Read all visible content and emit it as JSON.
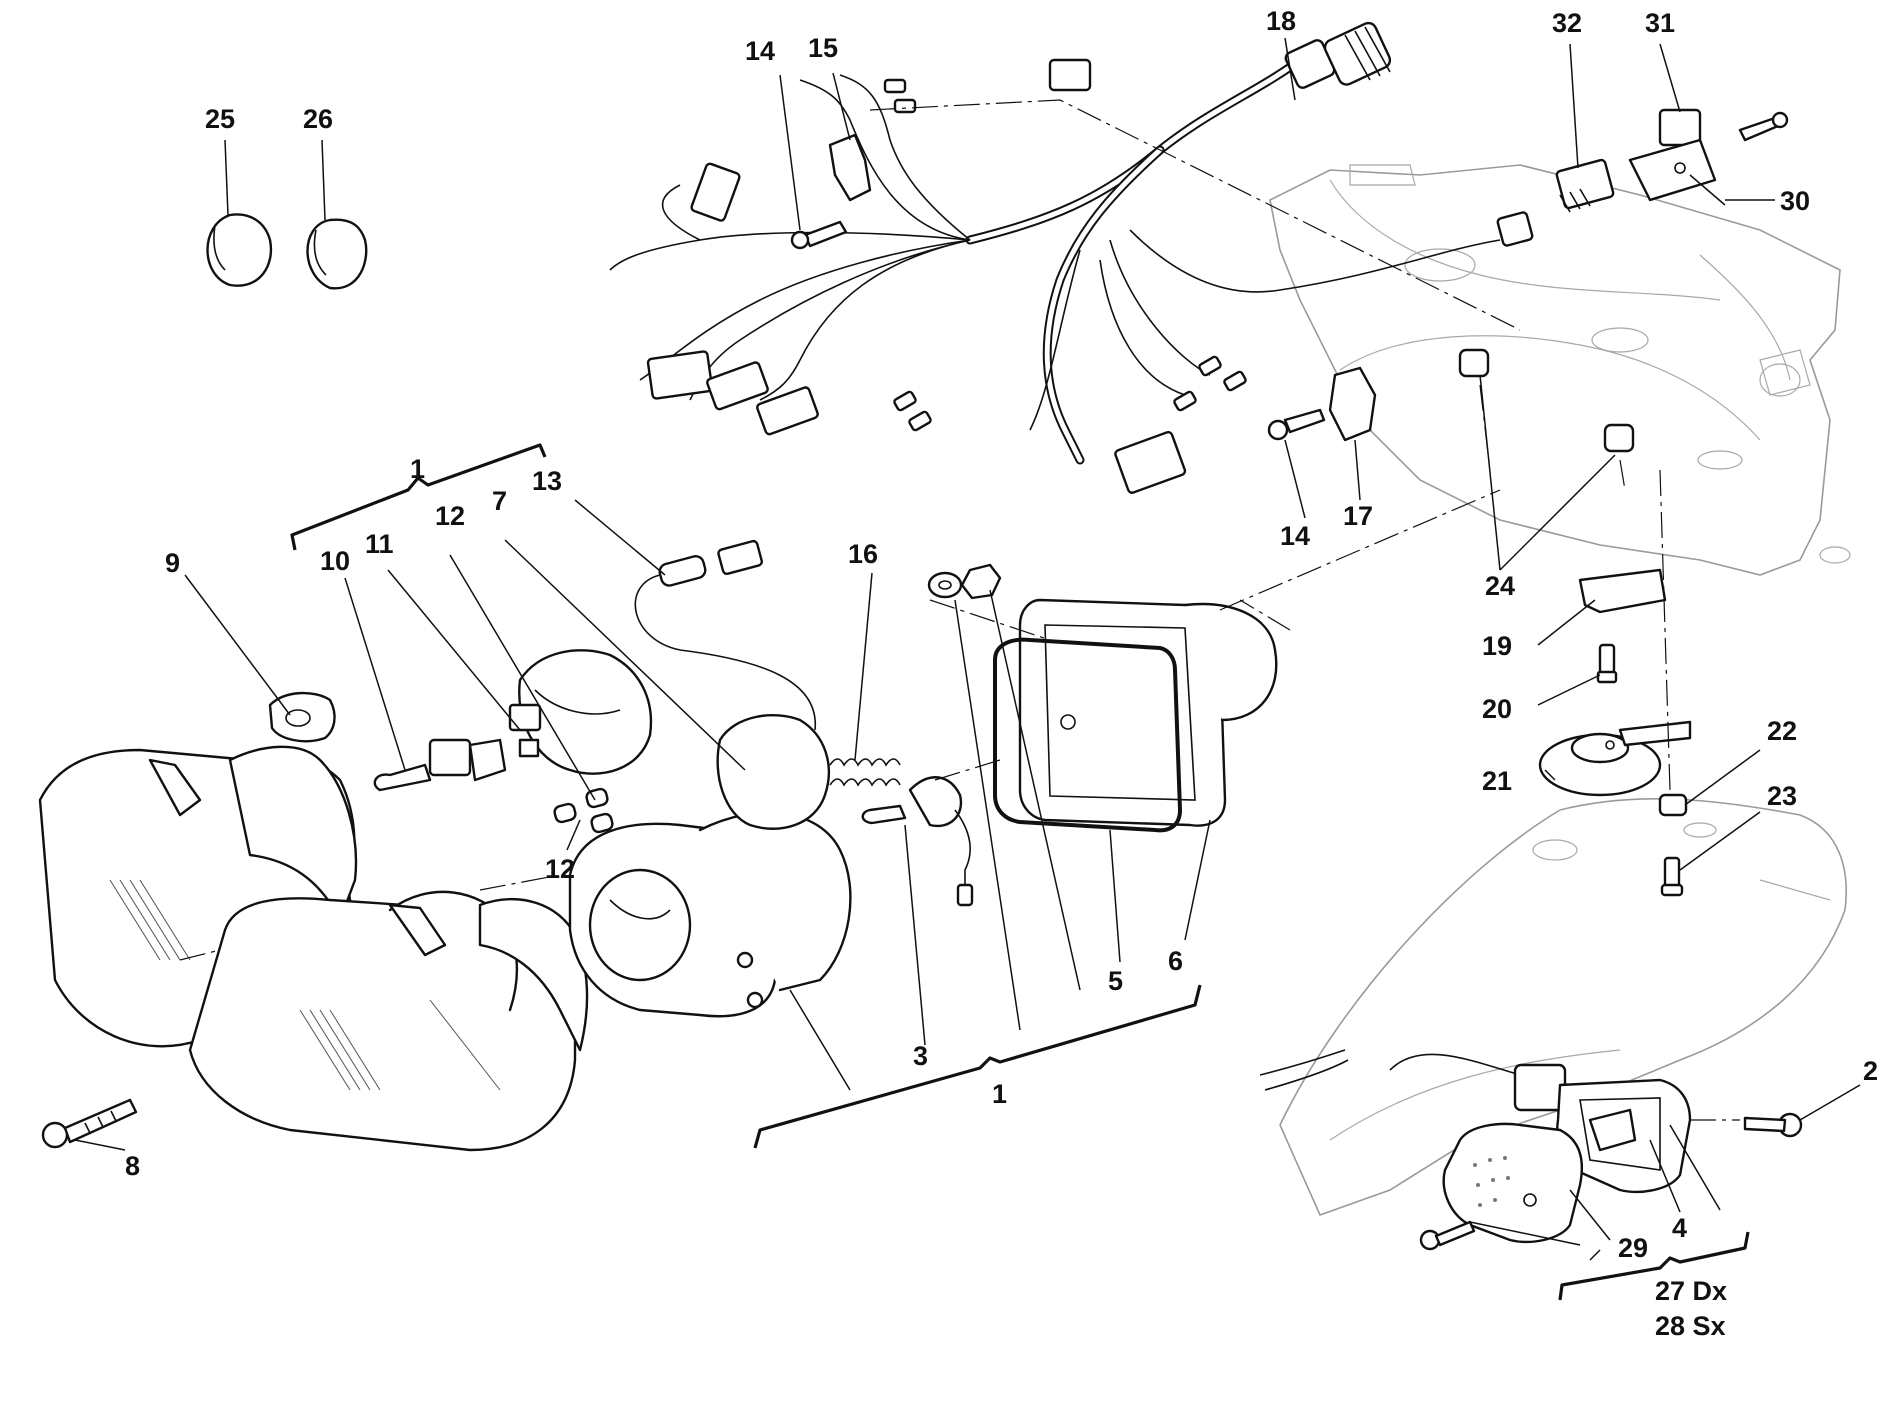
{
  "labels": {
    "l1_top": "1",
    "l1_bottom": "1",
    "l2": "2",
    "l3": "3",
    "l4": "4",
    "l5": "5",
    "l6": "6",
    "l7": "7",
    "l8": "8",
    "l9": "9",
    "l10": "10",
    "l11": "11",
    "l12_top": "12",
    "l12_bottom": "12",
    "l13": "13",
    "l14_top": "14",
    "l14_bottom": "14",
    "l15": "15",
    "l16": "16",
    "l17": "17",
    "l18": "18",
    "l19": "19",
    "l20": "20",
    "l21": "21",
    "l22": "22",
    "l23": "23",
    "l24": "24",
    "l25": "25",
    "l26": "26",
    "l27": "27 Dx",
    "l28": "28 Sx",
    "l29": "29",
    "l30": "30",
    "l31": "31",
    "l32": "32"
  }
}
